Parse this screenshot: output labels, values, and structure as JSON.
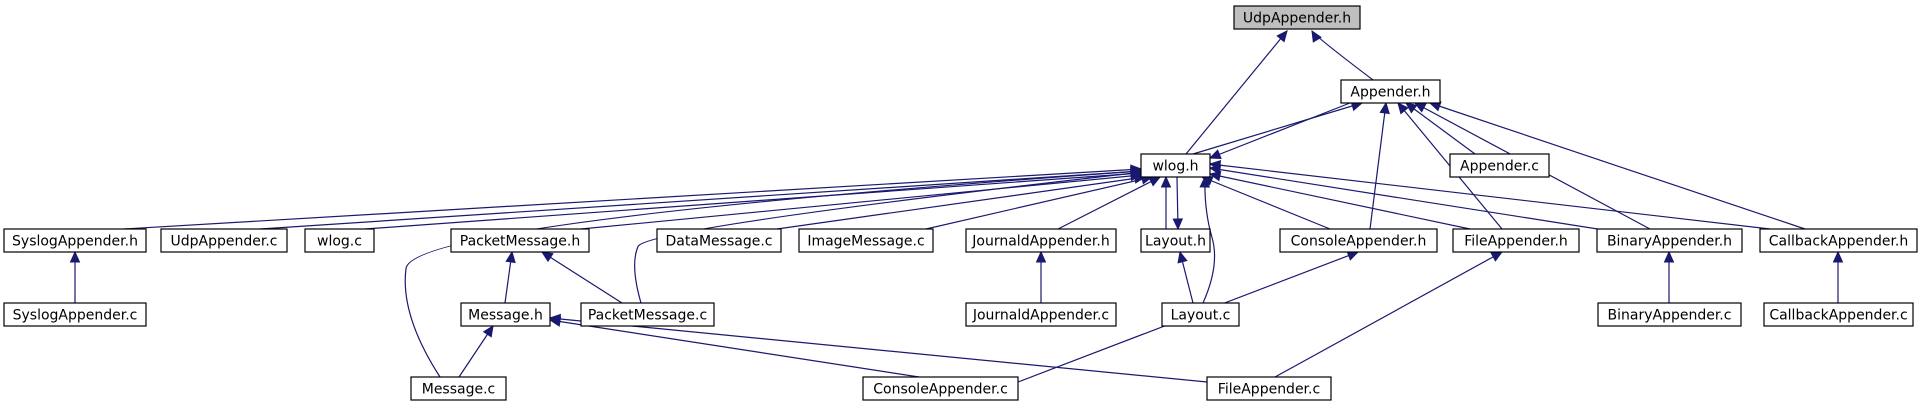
{
  "diagram": {
    "root": "n_udpappender_h",
    "colors": {
      "edge": "#191970",
      "node_border": "#000000",
      "node_fill": "#ffffff",
      "root_fill": "#bfbfbf"
    },
    "nodes": [
      {
        "id": "n_udpappender_h",
        "label": "UdpAppender.h"
      },
      {
        "id": "n_appender_h",
        "label": "Appender.h"
      },
      {
        "id": "n_wlog_h",
        "label": "wlog.h"
      },
      {
        "id": "n_appender_c",
        "label": "Appender.c"
      },
      {
        "id": "n_syslogappender_h",
        "label": "SyslogAppender.h"
      },
      {
        "id": "n_udpappender_c",
        "label": "UdpAppender.c"
      },
      {
        "id": "n_wlog_c",
        "label": "wlog.c"
      },
      {
        "id": "n_packetmessage_h",
        "label": "PacketMessage.h"
      },
      {
        "id": "n_datamessage_c",
        "label": "DataMessage.c"
      },
      {
        "id": "n_imagemessage_c",
        "label": "ImageMessage.c"
      },
      {
        "id": "n_journaldappender_h",
        "label": "JournaldAppender.h"
      },
      {
        "id": "n_layout_h",
        "label": "Layout.h"
      },
      {
        "id": "n_consoleappender_h",
        "label": "ConsoleAppender.h"
      },
      {
        "id": "n_fileappender_h",
        "label": "FileAppender.h"
      },
      {
        "id": "n_binaryappender_h",
        "label": "BinaryAppender.h"
      },
      {
        "id": "n_callbackappender_h",
        "label": "CallbackAppender.h"
      },
      {
        "id": "n_syslogappender_c",
        "label": "SyslogAppender.c"
      },
      {
        "id": "n_message_h",
        "label": "Message.h"
      },
      {
        "id": "n_packetmessage_c",
        "label": "PacketMessage.c"
      },
      {
        "id": "n_journaldappender_c",
        "label": "JournaldAppender.c"
      },
      {
        "id": "n_layout_c",
        "label": "Layout.c"
      },
      {
        "id": "n_binaryappender_c",
        "label": "BinaryAppender.c"
      },
      {
        "id": "n_callbackappender_c",
        "label": "CallbackAppender.c"
      },
      {
        "id": "n_message_c",
        "label": "Message.c"
      },
      {
        "id": "n_consoleappender_c",
        "label": "ConsoleAppender.c"
      },
      {
        "id": "n_fileappender_c",
        "label": "FileAppender.c"
      }
    ],
    "edges": [
      {
        "from": "n_wlog_h",
        "to": "n_udpappender_h"
      },
      {
        "from": "n_appender_h",
        "to": "n_udpappender_h"
      },
      {
        "from": "n_wlog_h",
        "to": "n_appender_h"
      },
      {
        "from": "n_appender_h",
        "to": "n_wlog_h"
      },
      {
        "from": "n_appender_c",
        "to": "n_appender_h"
      },
      {
        "from": "n_consoleappender_h",
        "to": "n_appender_h"
      },
      {
        "from": "n_fileappender_h",
        "to": "n_appender_h"
      },
      {
        "from": "n_binaryappender_h",
        "to": "n_appender_h"
      },
      {
        "from": "n_callbackappender_h",
        "to": "n_appender_h"
      },
      {
        "from": "n_syslogappender_h",
        "to": "n_wlog_h"
      },
      {
        "from": "n_udpappender_c",
        "to": "n_wlog_h"
      },
      {
        "from": "n_wlog_c",
        "to": "n_wlog_h"
      },
      {
        "from": "n_packetmessage_h",
        "to": "n_wlog_h"
      },
      {
        "from": "n_datamessage_c",
        "to": "n_wlog_h"
      },
      {
        "from": "n_imagemessage_c",
        "to": "n_wlog_h"
      },
      {
        "from": "n_journaldappender_h",
        "to": "n_wlog_h"
      },
      {
        "from": "n_layout_h",
        "to": "n_wlog_h"
      },
      {
        "from": "n_wlog_h",
        "to": "n_layout_h"
      },
      {
        "from": "n_consoleappender_h",
        "to": "n_wlog_h"
      },
      {
        "from": "n_fileappender_h",
        "to": "n_wlog_h"
      },
      {
        "from": "n_binaryappender_h",
        "to": "n_wlog_h"
      },
      {
        "from": "n_callbackappender_h",
        "to": "n_wlog_h"
      },
      {
        "from": "n_message_c",
        "to": "n_wlog_h"
      },
      {
        "from": "n_packetmessage_c",
        "to": "n_wlog_h"
      },
      {
        "from": "n_layout_c",
        "to": "n_wlog_h"
      },
      {
        "from": "n_syslogappender_c",
        "to": "n_syslogappender_h"
      },
      {
        "from": "n_message_h",
        "to": "n_packetmessage_h"
      },
      {
        "from": "n_packetmessage_c",
        "to": "n_packetmessage_h"
      },
      {
        "from": "n_message_c",
        "to": "n_message_h"
      },
      {
        "from": "n_consoleappender_c",
        "to": "n_message_h"
      },
      {
        "from": "n_fileappender_c",
        "to": "n_message_h"
      },
      {
        "from": "n_journaldappender_c",
        "to": "n_journaldappender_h"
      },
      {
        "from": "n_layout_c",
        "to": "n_layout_h"
      },
      {
        "from": "n_consoleappender_c",
        "to": "n_consoleappender_h"
      },
      {
        "from": "n_fileappender_c",
        "to": "n_fileappender_h"
      },
      {
        "from": "n_binaryappender_c",
        "to": "n_binaryappender_h"
      },
      {
        "from": "n_callbackappender_c",
        "to": "n_callbackappender_h"
      }
    ]
  }
}
